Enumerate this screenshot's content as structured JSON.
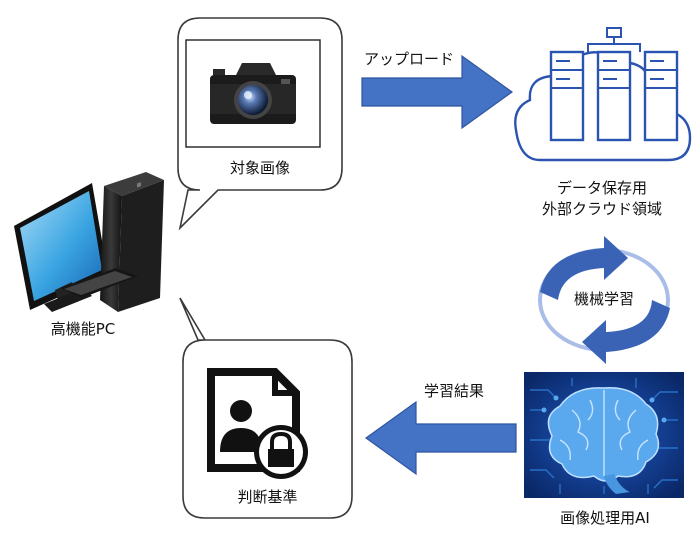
{
  "labels": {
    "target_image": "対象画像",
    "upload": "アップロード",
    "cloud_line1": "データ保存用",
    "cloud_line2": "外部クラウド領域",
    "pc": "高機能PC",
    "machine_learning": "機械学習",
    "learning_result": "学習結果",
    "criteria": "判断基準",
    "ai": "画像処理用AI"
  },
  "colors": {
    "arrow_blue": "#4472c4",
    "arrow_dark": "#3558a4",
    "cloud_stroke": "#2a54b0",
    "cycle_blue": "#3a63b6",
    "cycle_light": "#aabde8",
    "brain_blue": "#4fa4ea",
    "ai_bg": "#0b2f7a"
  },
  "icons": {
    "camera": "camera-icon",
    "servers": "server-rack-icon",
    "pc": "desktop-computer-icon",
    "cycle": "cycle-arrows-icon",
    "document_lock": "document-lock-icon",
    "brain": "brain-circuit-icon"
  }
}
